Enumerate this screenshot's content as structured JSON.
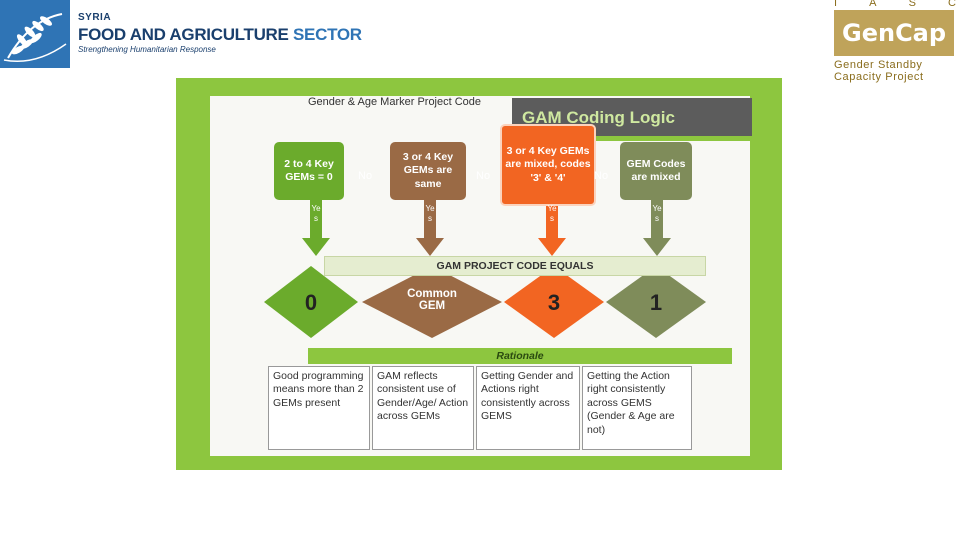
{
  "header_left": {
    "region": "SYRIA",
    "title_main": "FOOD AND AGRICULTURE",
    "title_accent": "SECTOR",
    "subtitle": "Strengthening Humanitarian Response"
  },
  "header_right": {
    "iasc_letters": [
      "I",
      "A",
      "S",
      "C"
    ],
    "logo_text": "GenCap",
    "tagline_line1": "Gender Standby",
    "tagline_line2": "Capacity Project"
  },
  "slide": {
    "header_text": "Gender & Age Marker Project Code",
    "title": "GAM Coding Logic",
    "decisions": [
      {
        "text": "2 to 4 Key GEMs = 0",
        "color": "#6bab2c"
      },
      {
        "text": "3 or 4 Key GEMs are same",
        "color": "#9a6a45"
      },
      {
        "text": "3 or 4 Key GEMs are mixed, codes '3' & '4'",
        "color": "#f26522"
      },
      {
        "text": "GEM Codes are mixed",
        "color": "#7f8c5a"
      }
    ],
    "no_label": "No",
    "yes_label": "Yes",
    "equals_bar": "GAM PROJECT CODE EQUALS",
    "codes": [
      {
        "label": "0",
        "color": "#6bab2c"
      },
      {
        "label": "Common GEM",
        "color": "#9a6a45"
      },
      {
        "label": "3",
        "color": "#f26522"
      },
      {
        "label": "1",
        "color": "#7f8c5a"
      }
    ],
    "rationale_title": "Rationale",
    "rationale": [
      "Good programming means more than 2 GEMs present",
      "GAM reflects consistent use of Gender/Age/ Action across GEMs",
      "Getting Gender and Actions right consistently across GEMS",
      "Getting the Action right consistently across GEMS (Gender & Age are not)"
    ]
  }
}
